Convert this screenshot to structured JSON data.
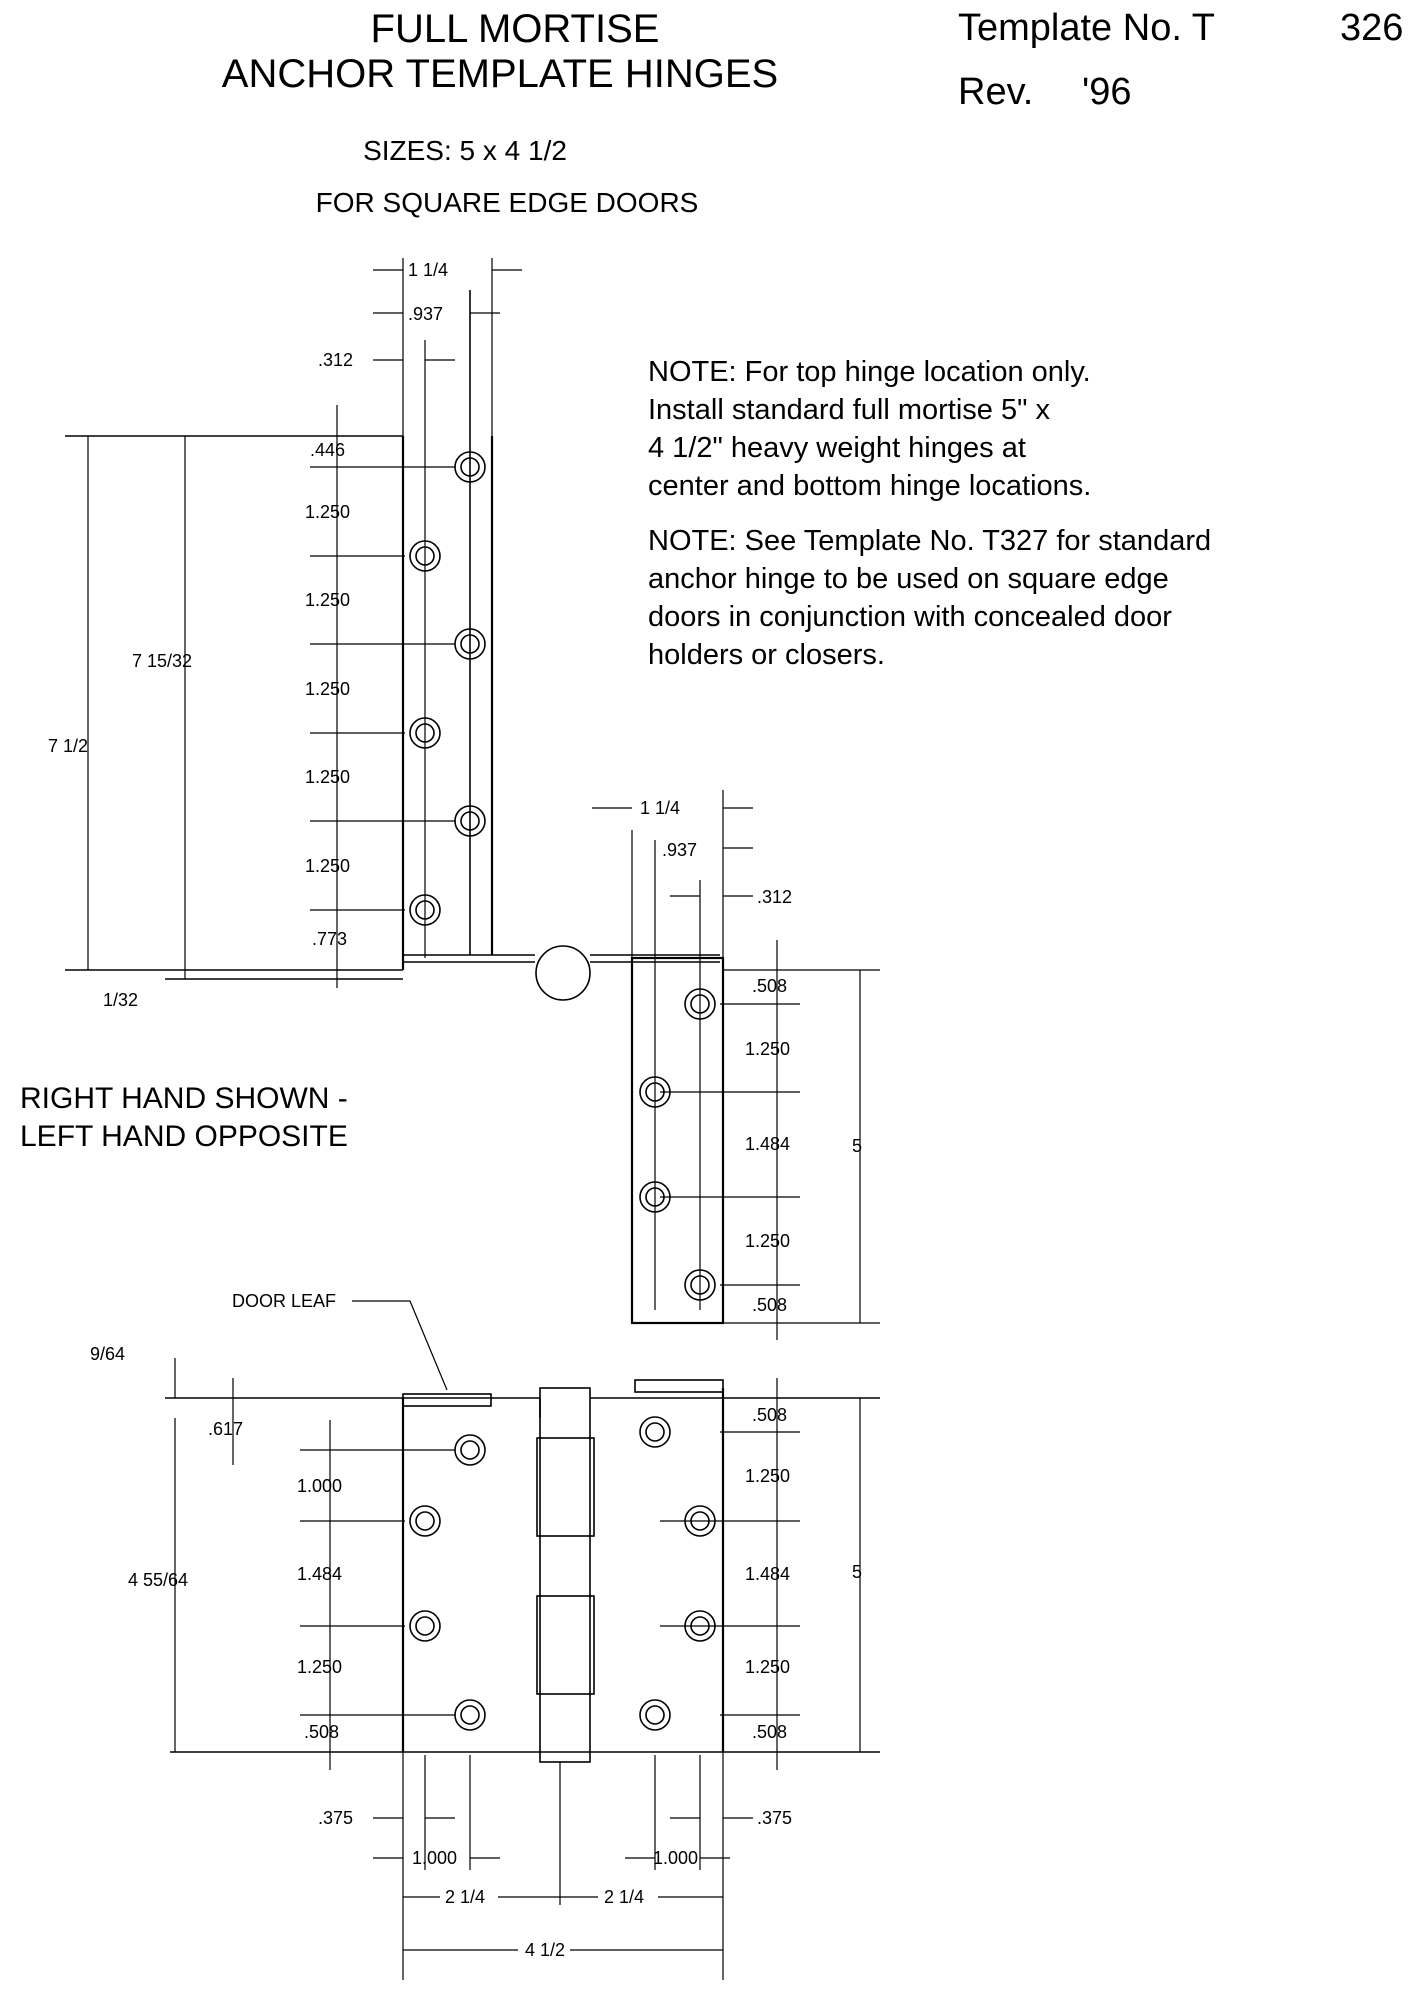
{
  "title": {
    "line1": "FULL MORTISE",
    "line2": "ANCHOR TEMPLATE HINGES"
  },
  "template": {
    "label": "Template No. T",
    "number": "326",
    "rev_label": "Rev.",
    "rev_value": "'96"
  },
  "sizes": "SIZES:  5 x 4 1/2",
  "subtitle": "FOR SQUARE EDGE DOORS",
  "notes": [
    "NOTE:  For top hinge location only.",
    "Install standard full mortise 5\" x",
    "4 1/2\" heavy weight hinges at",
    "center and bottom hinge locations.",
    "NOTE:  See Template No. T327 for standard",
    "anchor hinge to be used on square edge",
    "doors in conjunction with concealed door",
    "holders or closers."
  ],
  "hand_note": {
    "line1": "RIGHT HAND SHOWN -",
    "line2": "LEFT HAND OPPOSITE"
  },
  "door_leaf_label": "DOOR LEAF",
  "anchor_view": {
    "top_width": "1 1/4",
    "top_937": ".937",
    "top_312": ".312",
    "overall_1": "7 1/2",
    "overall_2": "7 15/32",
    "first": ".446",
    "gaps": [
      "1.250",
      "1.250",
      "1.250",
      "1.250",
      "1.250"
    ],
    "last": ".773",
    "bottom": "1/32"
  },
  "frame_view": {
    "width": "1 1/4",
    "w937": ".937",
    "w312": ".312",
    "top": ".508",
    "g1": "1.250",
    "g2": "1.484",
    "g3": "1.250",
    "bottom": ".508",
    "overall": "5"
  },
  "hinge_view": {
    "offset_top": "9/64",
    "left_top": ".617",
    "left_g1": "1.000",
    "left_g2": "1.484",
    "left_g3": "1.250",
    "left_bottom": ".508",
    "left_overall": "4 55/64",
    "right_top": ".508",
    "right_g1": "1.250",
    "right_g2": "1.484",
    "right_g3": "1.250",
    "right_bottom": ".508",
    "right_overall": "5",
    "edge_left": ".375",
    "edge_right": ".375",
    "inner_left": "1.000",
    "inner_right": "1.000",
    "half_left": "2 1/4",
    "half_right": "2 1/4",
    "overall_width": "4 1/2"
  }
}
